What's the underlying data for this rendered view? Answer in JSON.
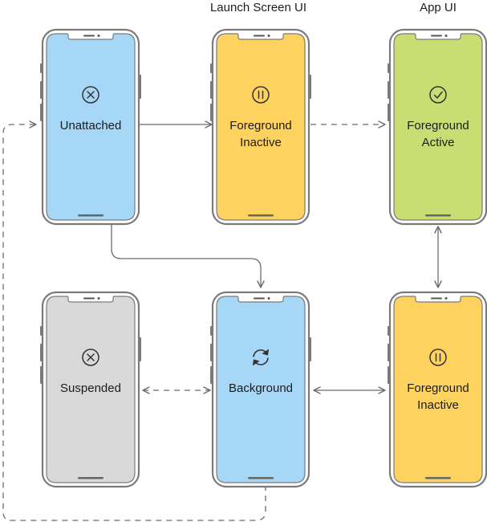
{
  "headers": {
    "launch_screen": "Launch Screen UI",
    "app_ui": "App UI"
  },
  "colors": {
    "blue": "#a6d7f6",
    "yellow": "#fdd25f",
    "green": "#c8de72",
    "gray": "#d9d9d9",
    "frame": "#7a7a7a",
    "arrow": "#6b6b6b"
  },
  "states": [
    {
      "id": "unattached",
      "icon": "close-circle-icon",
      "color": "blue",
      "lines": [
        "Unattached"
      ]
    },
    {
      "id": "launch-foreground-inactive",
      "icon": "pause-circle-icon",
      "color": "yellow",
      "lines": [
        "Foreground",
        "Inactive"
      ]
    },
    {
      "id": "foreground-active",
      "icon": "check-circle-icon",
      "color": "green",
      "lines": [
        "Foreground",
        "Active"
      ]
    },
    {
      "id": "suspended",
      "icon": "close-circle-icon",
      "color": "gray",
      "lines": [
        "Suspended"
      ]
    },
    {
      "id": "background",
      "icon": "refresh-icon",
      "color": "blue",
      "lines": [
        "Background"
      ]
    },
    {
      "id": "app-foreground-inactive",
      "icon": "pause-circle-icon",
      "color": "yellow",
      "lines": [
        "Foreground",
        "Inactive"
      ]
    }
  ],
  "transitions": [
    {
      "from": "unattached",
      "to": "launch-foreground-inactive",
      "style": "solid",
      "direction": "one-way"
    },
    {
      "from": "launch-foreground-inactive",
      "to": "foreground-active",
      "style": "dashed",
      "direction": "one-way"
    },
    {
      "from": "foreground-active",
      "to": "app-foreground-inactive",
      "style": "solid",
      "direction": "two-way"
    },
    {
      "from": "unattached",
      "to": "background",
      "style": "solid",
      "direction": "one-way"
    },
    {
      "from": "background",
      "to": "app-foreground-inactive",
      "style": "solid",
      "direction": "two-way"
    },
    {
      "from": "suspended",
      "to": "background",
      "style": "dashed",
      "direction": "two-way"
    },
    {
      "from": "background",
      "to": "unattached",
      "style": "dashed",
      "direction": "one-way"
    }
  ]
}
